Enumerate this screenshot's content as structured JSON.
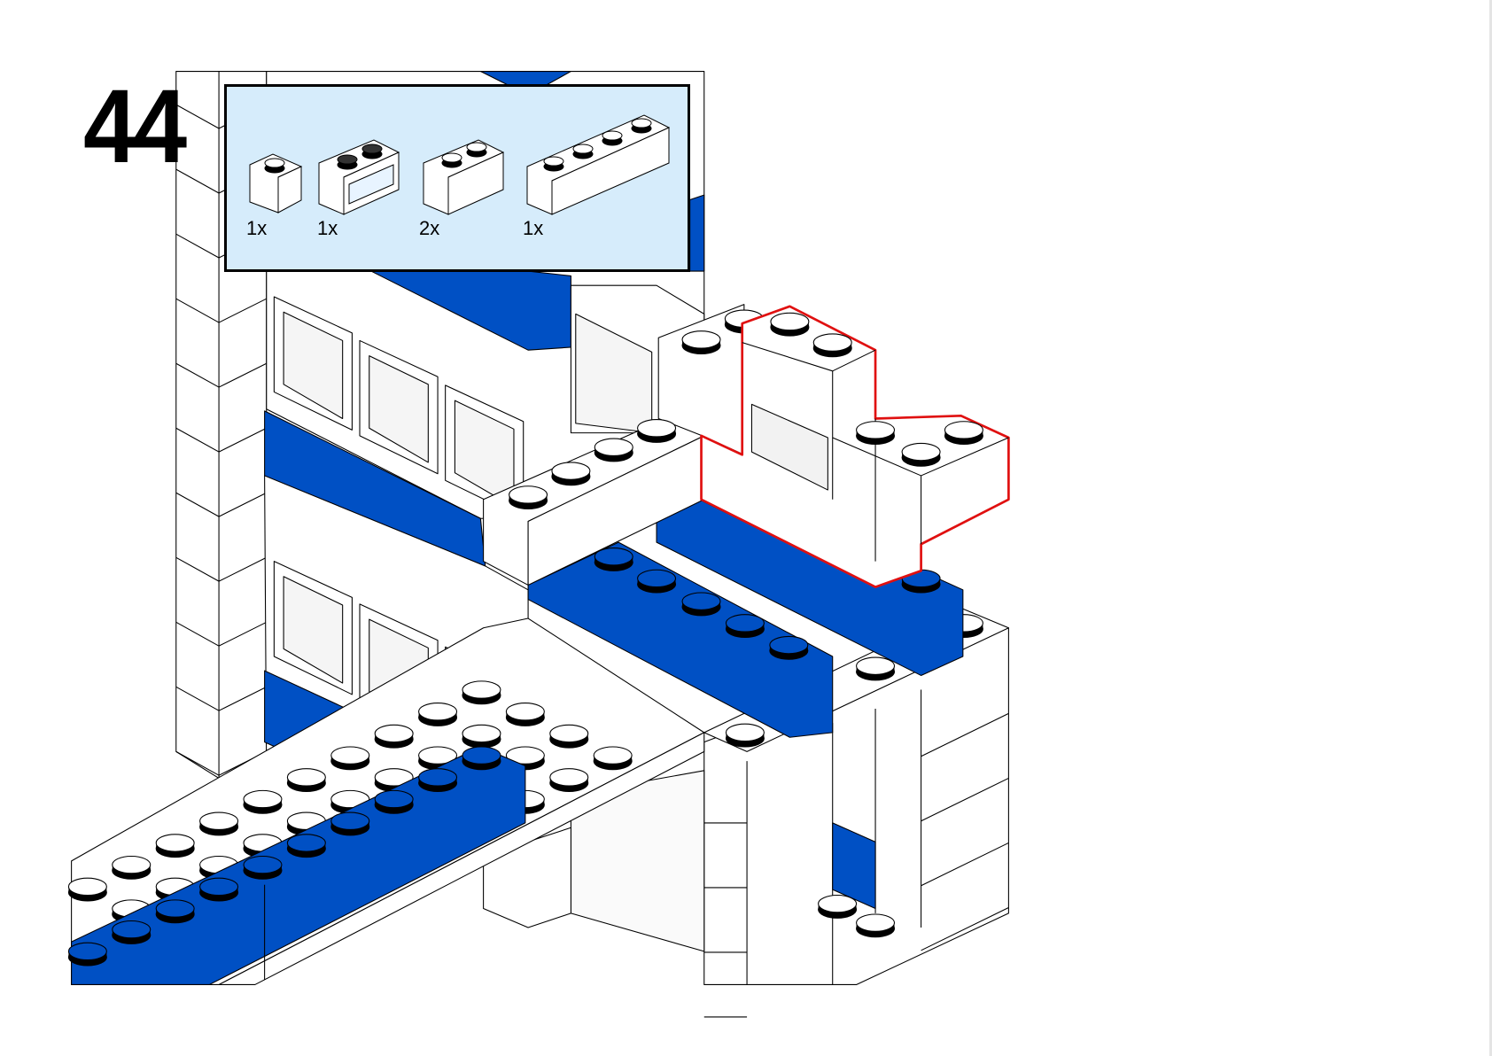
{
  "step": {
    "number": "44"
  },
  "parts_list": {
    "items": [
      {
        "name": "brick-1x1",
        "quantity": "1x"
      },
      {
        "name": "window-1x2x1",
        "quantity": "1x"
      },
      {
        "name": "brick-1x2",
        "quantity": "2x"
      },
      {
        "name": "brick-1x4",
        "quantity": "1x"
      }
    ],
    "background_color": "#d6ecfb"
  },
  "colors": {
    "blue": "#0050c4",
    "white": "#ffffff",
    "highlight": "#e01010",
    "outline": "#000000"
  }
}
